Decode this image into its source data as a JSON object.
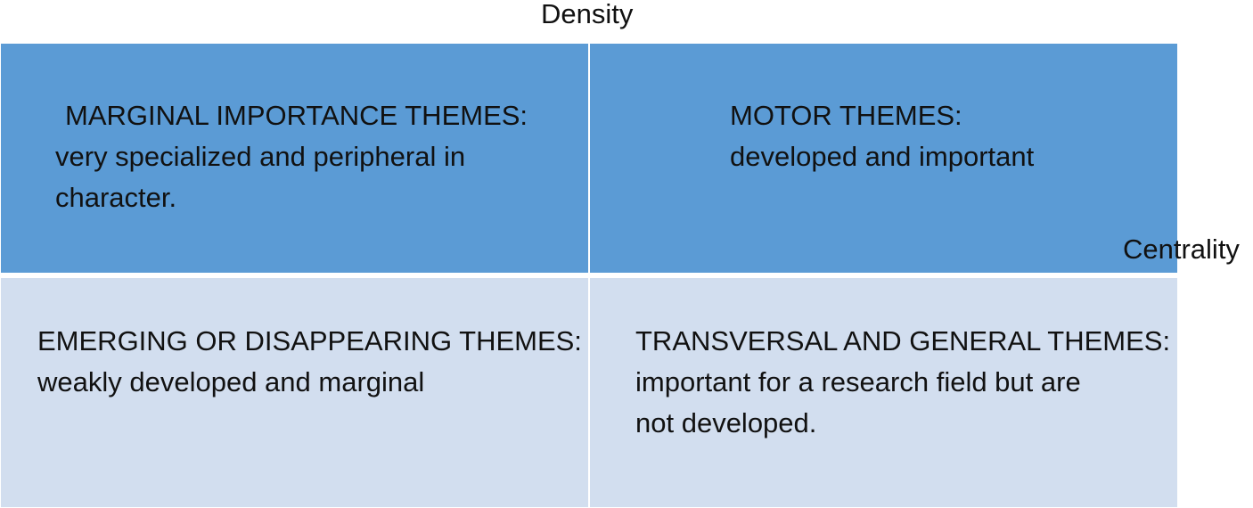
{
  "axes": {
    "y_label": "Density",
    "x_label": "Centrality"
  },
  "quadrants": {
    "top_left": {
      "title": "MARGINAL IMPORTANCE THEMES:",
      "lines": [
        "very specialized and peripheral in",
        "character."
      ]
    },
    "top_right": {
      "title": "MOTOR THEMES:",
      "lines": [
        "developed and important"
      ]
    },
    "bottom_left": {
      "title": "EMERGING OR DISAPPEARING THEMES:",
      "lines": [
        "weakly developed and marginal"
      ]
    },
    "bottom_right": {
      "title": "TRANSVERSAL AND GENERAL THEMES:",
      "lines": [
        "important for a research field but are",
        "not developed."
      ]
    }
  },
  "colors": {
    "upper_quadrants": "#5b9bd5",
    "lower_quadrants": "#d2deef",
    "text": "#111111"
  }
}
